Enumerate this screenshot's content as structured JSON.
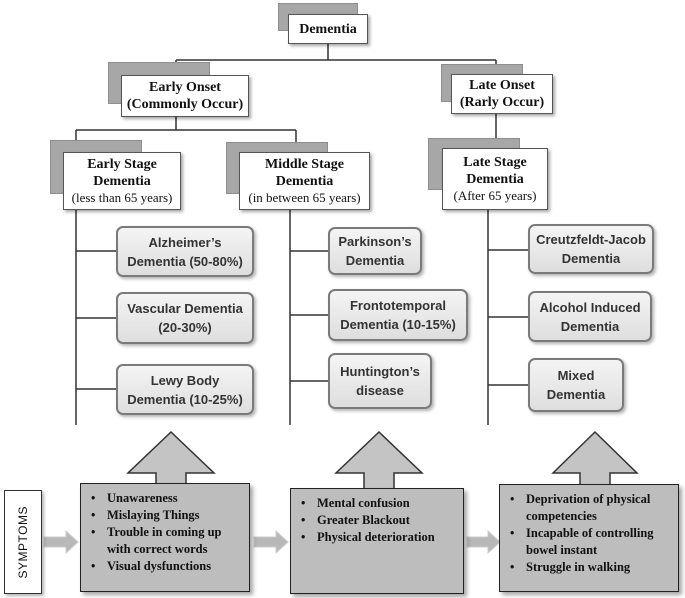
{
  "root": {
    "title": "Dementia"
  },
  "onset": [
    {
      "title": "Early Onset",
      "subtitle": "(Commonly Occur)"
    },
    {
      "title": "Late Onset",
      "subtitle": "(Rarly Occur)"
    }
  ],
  "stages": [
    {
      "title_line1": "Early Stage",
      "title_line2": "Dementia",
      "subtitle": "(less than 65 years)"
    },
    {
      "title_line1": "Middle Stage",
      "title_line2": "Dementia",
      "subtitle": "(in between 65 years)"
    },
    {
      "title_line1": "Late Stage",
      "title_line2": "Dementia",
      "subtitle": "(After 65 years)"
    }
  ],
  "types": [
    [
      "Alzheimer’s Dementia (50-80%)",
      "Vascular Dementia (20-30%)",
      "Lewy Body Dementia (10-25%)"
    ],
    [
      "Parkinson’s Dementia",
      "Frontotemporal Dementia (10-15%)",
      "Huntington’s disease"
    ],
    [
      "Creutzfeldt-Jacob Dementia",
      "Alcohol Induced Dementia",
      "Mixed Dementia"
    ]
  ],
  "symptoms_label": "SYMPTOMS",
  "symptoms": [
    [
      "Unawareness",
      "Mislaying Things",
      "Trouble in coming up with correct words",
      "Visual dysfunctions"
    ],
    [
      "Mental confusion",
      "Greater Blackout",
      "Physical deterioration"
    ],
    [
      "Deprivation of physical competencies",
      "Incapable of controlling bowel instant",
      "Struggle in walking"
    ]
  ],
  "colors": {
    "box_fill": "#ffffff",
    "tab_fill": "#a7a7a7",
    "symptom_fill": "#bdbdbd",
    "arrow_fill": "#c4c4c4"
  }
}
